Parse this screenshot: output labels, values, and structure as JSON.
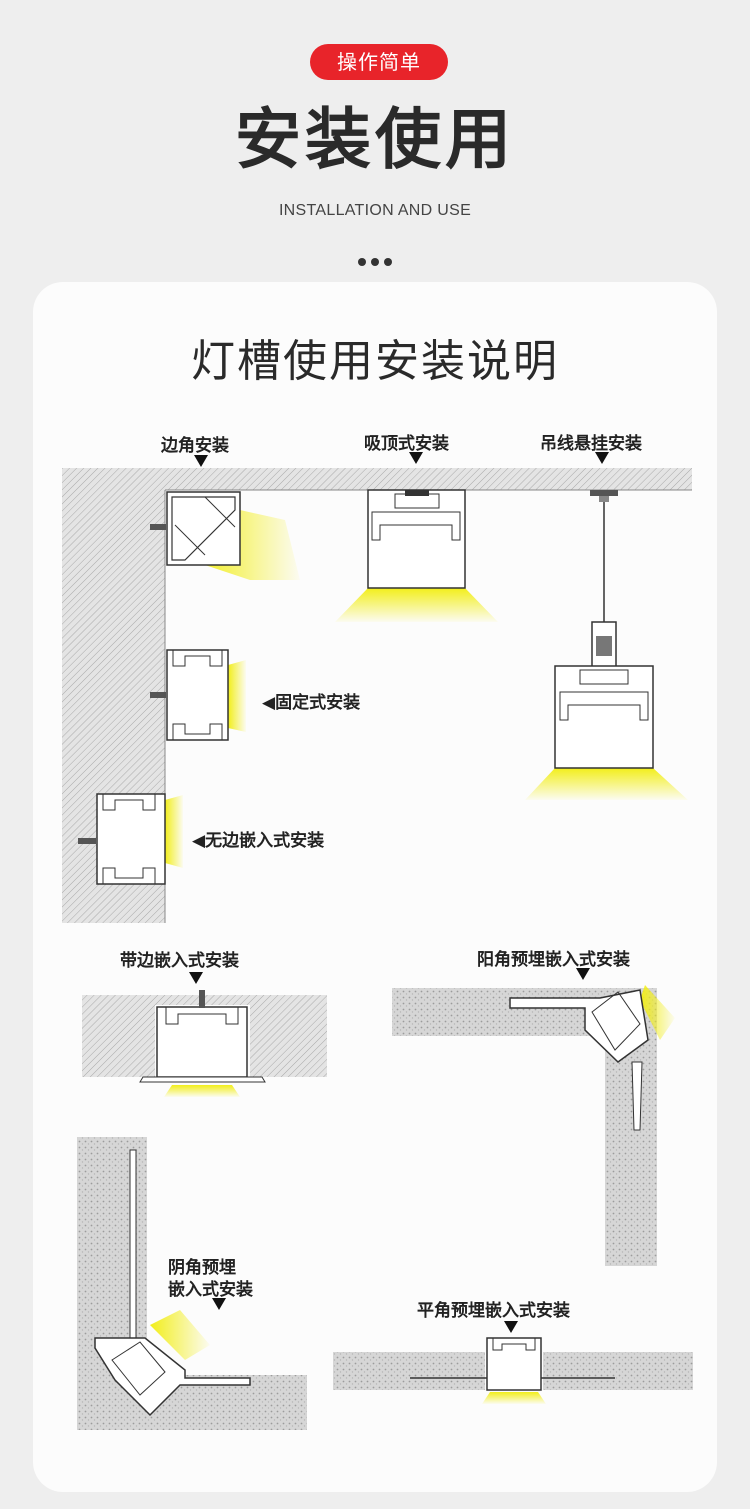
{
  "header": {
    "badge": "操作简单",
    "title": "安装使用",
    "subtitle": "INSTALLATION AND USE"
  },
  "card": {
    "title": "灯槽使用安装说明"
  },
  "labels": {
    "corner": "边角安装",
    "ceiling": "吸顶式安装",
    "pendant": "吊线悬挂安装",
    "fixed": "◀固定式安装",
    "frameless": "◀无边嵌入式安装",
    "flanged": "带边嵌入式安装",
    "outer_corner": "阳角预埋嵌入式安装",
    "inner_corner_1": "阴角预埋",
    "inner_corner_2": "嵌入式安装",
    "flat_corner": "平角预埋嵌入式安装"
  },
  "colors": {
    "accent": "#e8242a",
    "light": "#f2ee1a",
    "wall": "#d9d9d9"
  }
}
